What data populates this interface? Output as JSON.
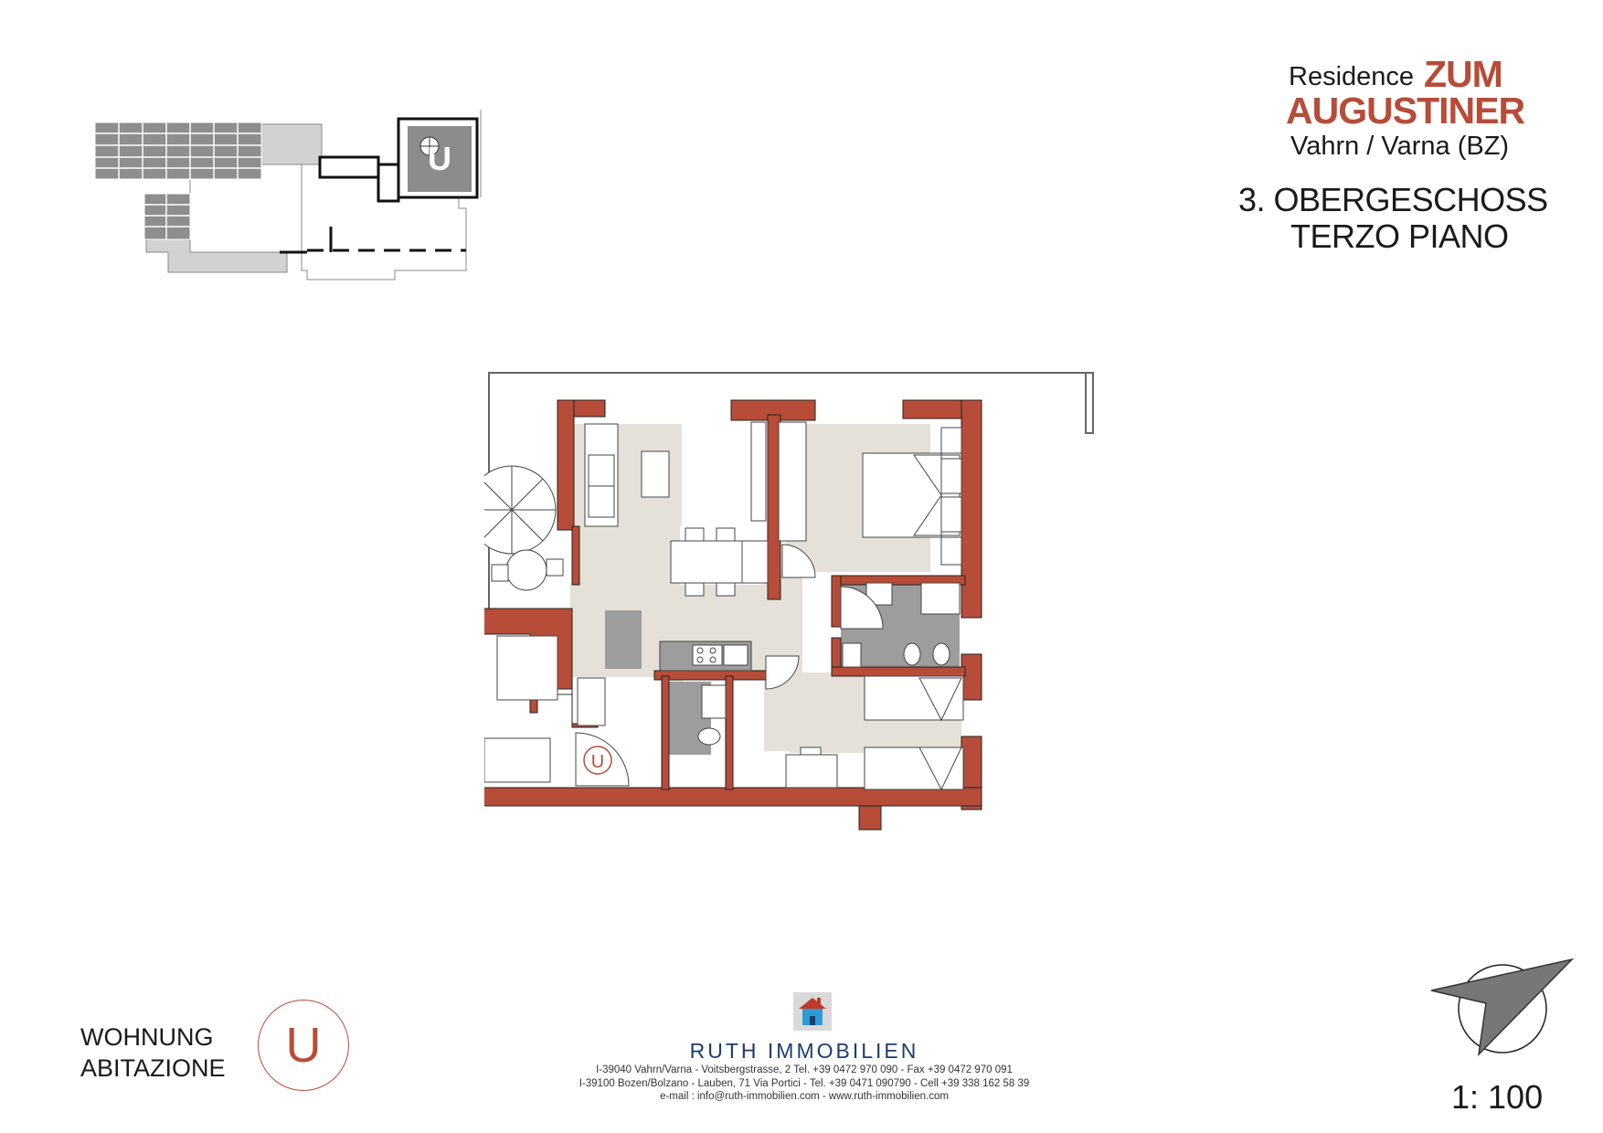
{
  "header": {
    "residence_label": "Residence",
    "title_zum": "ZUM",
    "title_augustiner": "AUGUSTINER",
    "location": "Vahrn / Varna (BZ)",
    "floor_de": "3. OBERGESCHOSS",
    "floor_it": "TERZO PIANO"
  },
  "keyplan": {
    "unit_letter": "U"
  },
  "plan": {
    "entry_marker": "U"
  },
  "unit": {
    "label_de": "WOHNUNG",
    "label_it": "ABITAZIONE",
    "letter": "U"
  },
  "company": {
    "name": "RUTH IMMOBILIEN",
    "address_line1": "I-39040 Vahrn/Varna - Voitsbergstrasse, 2   Tel. +39 0472 970 090 - Fax +39 0472 970 091",
    "address_line2": "I-39100 Bozen/Bolzano - Lauben, 71  Via Portici - Tel. +39 0471 090790 - Cell +39 338 162 58 39",
    "address_line3": "e-mail : info@ruth-immobilien.com - www.ruth-immobilien.com"
  },
  "scale": "1: 100",
  "icons": [
    "parasol-icon",
    "compass-north-arrow-icon",
    "ruth-house-logo-icon"
  ],
  "colors": {
    "wall": "#b74c38",
    "floor_living": "#e5e1d8",
    "floor_wet": "#9d9d9d",
    "brand_blue": "#1e3d6b"
  }
}
